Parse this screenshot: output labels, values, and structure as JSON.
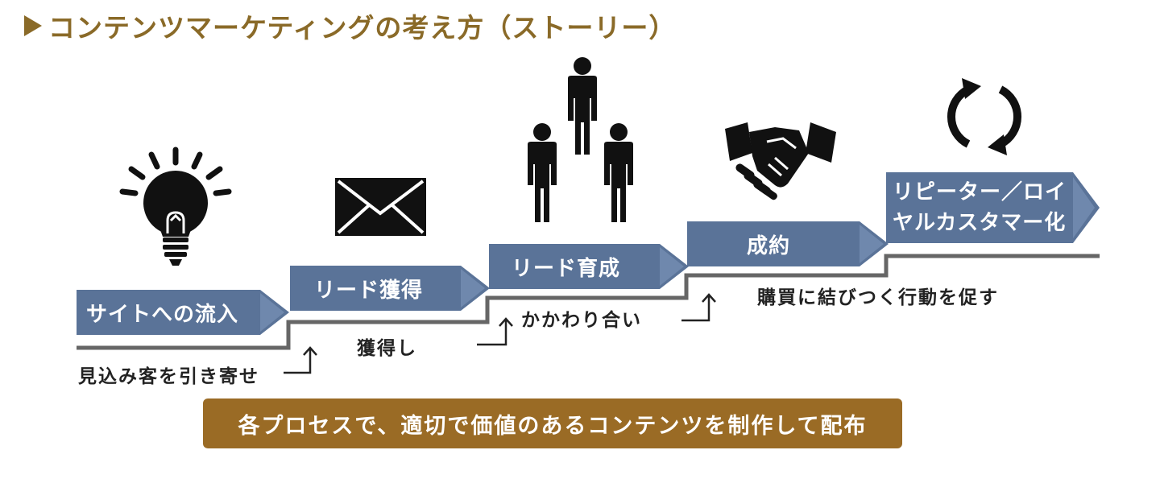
{
  "heading": "コンテンツマーケティングの考え方（ストーリー）",
  "steps": {
    "s1": "サイトへの流入",
    "s2": "リード獲得",
    "s3": "リード育成",
    "s4": "成約",
    "s5_line1": "リピーター／ロイ",
    "s5_line2": "ヤルカスタマー化"
  },
  "captions": {
    "c1": "見込み客を引き寄せ",
    "c2": "獲得し",
    "c3": "かかわり合い",
    "c4": "購買に結びつく行動を促す"
  },
  "banner": "各プロセスで、適切で価値のあるコンテンツを制作して配布",
  "icons": [
    "lightbulb-icon",
    "envelope-icon",
    "people-icon",
    "handshake-icon",
    "refresh-cycle-icon"
  ],
  "colors": {
    "heading": "#8a6a28",
    "step_fill": "#5a7398",
    "banner": "#9a6b25",
    "staircase": "#666666"
  }
}
